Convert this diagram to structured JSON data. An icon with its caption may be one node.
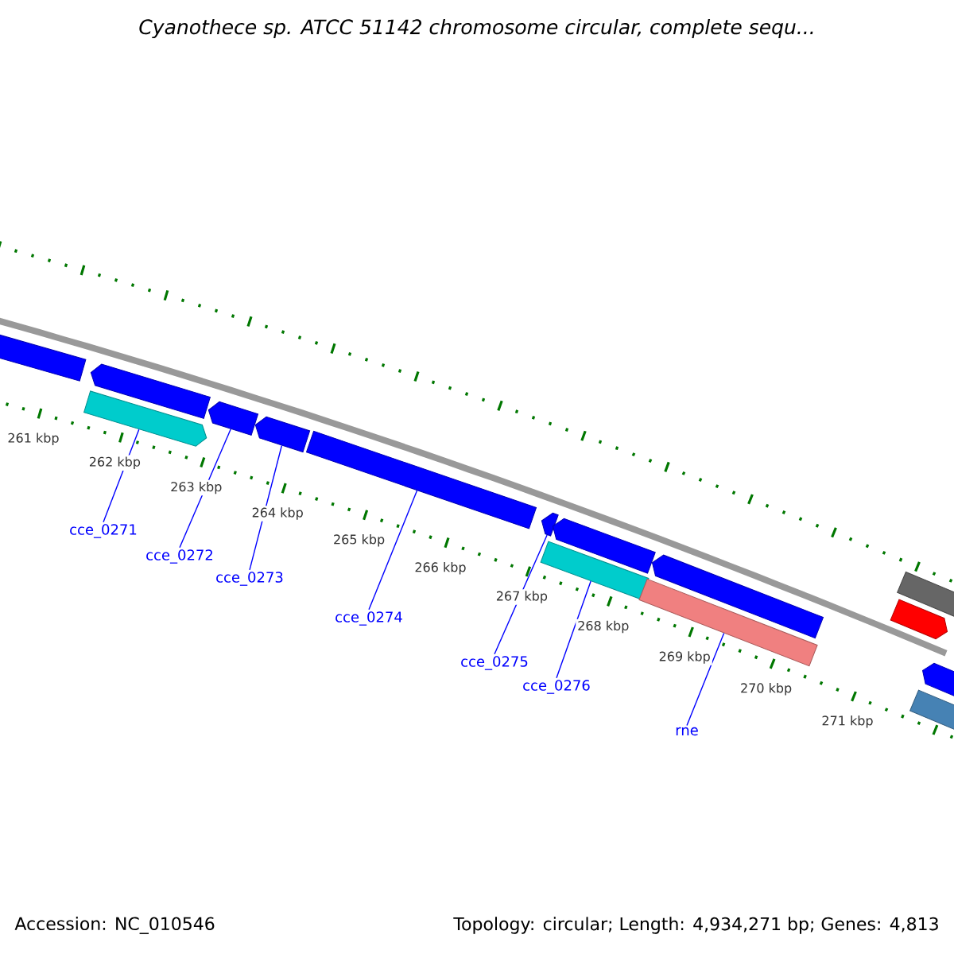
{
  "diagram": {
    "title": "Cyanothece sp. ATCC 51142 chromosome circular, complete sequ...",
    "nodes": [
      {
        "text": [],
        "shape": "bar"
      },
      {
        "text": [],
        "shape": "arrow"
      },
      {
        "text": [],
        "shape": "arrow"
      },
      {
        "text": [],
        "shape": "arrow"
      },
      {
        "text": [],
        "shape": "arrow"
      },
      {
        "text": [],
        "shape": "bar"
      },
      {
        "text": [],
        "shape": "arrow"
      },
      {
        "text": [],
        "shape": "arrow"
      },
      {
        "text": [],
        "shape": "bar"
      },
      {
        "text": [],
        "shape": "arrow"
      },
      {
        "text": [],
        "shape": "bar"
      },
      {
        "text": [],
        "shape": "bar"
      },
      {
        "text": [],
        "shape": "arrow"
      },
      {
        "text": [],
        "shape": "arrow"
      },
      {
        "text": [],
        "shape": "bar"
      },
      {
        "text": [
          "cce_0271"
        ]
      },
      {
        "text": [
          "cce_0272"
        ]
      },
      {
        "text": [
          "cce_0273"
        ]
      },
      {
        "text": [
          "cce_0274"
        ]
      },
      {
        "text": [
          "cce_0275"
        ]
      },
      {
        "text": [
          "cce_0276"
        ]
      },
      {
        "text": [
          "rne"
        ]
      }
    ],
    "edges": [
      {
        "from": 15,
        "to": 2,
        "arrow": "none"
      },
      {
        "from": 16,
        "to": 3,
        "arrow": "none"
      },
      {
        "from": 17,
        "to": 4,
        "arrow": "none"
      },
      {
        "from": 18,
        "to": 5,
        "arrow": "none"
      },
      {
        "from": 19,
        "to": 6,
        "arrow": "none"
      },
      {
        "from": 20,
        "to": 8,
        "arrow": "none"
      },
      {
        "from": 21,
        "to": 10,
        "arrow": "none"
      }
    ],
    "labels": [
      "261 kbp",
      "262 kbp",
      "263 kbp",
      "264 kbp",
      "265 kbp",
      "266 kbp",
      "267 kbp",
      "268 kbp",
      "269 kbp",
      "270 kbp",
      "271 kbp",
      "Accession: NC_010546",
      "Topology: circular; Length: 4,934,271 bp; Genes: 4,813"
    ]
  }
}
